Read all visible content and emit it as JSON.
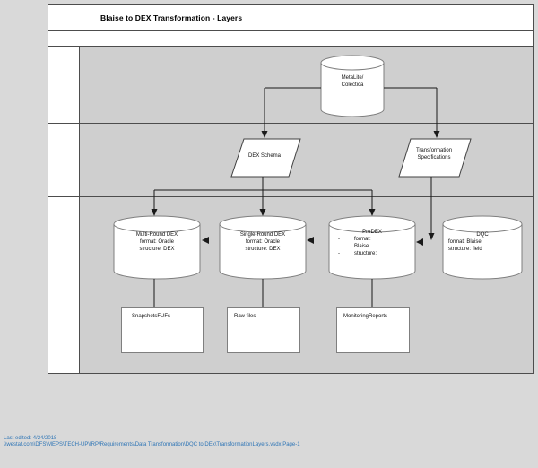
{
  "page": {
    "title": "Blaise to DEX Transformation - Layers",
    "footer": {
      "last_edited": "Last edited: 4/24/2018",
      "path": "\\\\westat.com\\DFS\\MEPS\\TECH-UP\\IRP\\Requirements\\Data Transformation\\DQC to DEx\\TransformationLayers.vsdx Page-1"
    }
  },
  "shapes": {
    "metalite": {
      "line1": "MetaLite/",
      "line2": "Colectica"
    },
    "dex_schema": {
      "label": "DEX Schema"
    },
    "transformation_specs": {
      "line1": "Transformation",
      "line2": "Specifications"
    },
    "multi_round": {
      "title": "Multi-Round DEX",
      "format": "format: Oracle",
      "structure": "structure: DEX"
    },
    "single_round": {
      "title": "Single-Round DEX",
      "format": "format: Oracle",
      "structure": "structure: DEX"
    },
    "predex": {
      "title": "PreDEX",
      "bullet1": "-",
      "format": "format:",
      "format_value": "Blaise",
      "bullet2": "-",
      "structure": "structure:"
    },
    "dqc": {
      "title": "DQC",
      "format": "format: Blaise",
      "structure": "structure: field"
    },
    "snapshots": {
      "label": "SnapshotsFUFs"
    },
    "raw_files": {
      "label": "Raw files"
    },
    "monitoring": {
      "label": "MonitoringReports"
    }
  },
  "colors": {
    "canvas": "#d9d9d9",
    "lane_body": "#cfcfcf",
    "shape_fill": "#ffffff",
    "shape_outline": "#7f7f7f",
    "lane_border": "#4d4d4d",
    "connector": "#1a1a1a",
    "footer_link": "#2e75b6"
  }
}
